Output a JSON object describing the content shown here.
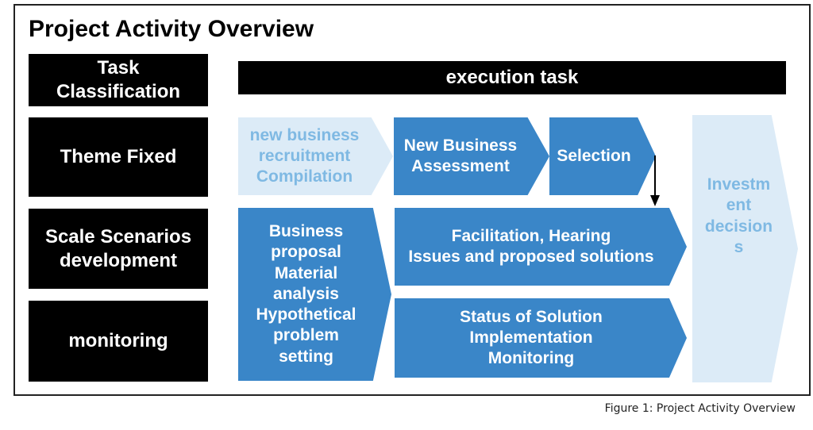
{
  "title": "Project Activity Overview",
  "header": {
    "task_classification": "Task\nClassification",
    "execution_task": "execution task"
  },
  "rows": {
    "theme_fixed": "Theme Fixed",
    "scale_scenarios": "Scale Scenarios\ndevelopment",
    "monitoring": "monitoring"
  },
  "flow": {
    "recruitment": "new business\nrecruitment\nCompilation",
    "assessment": "New Business\nAssessment",
    "selection": "Selection",
    "business_proposal": "Business\nproposal\nMaterial\nanalysis\nHypothetical\nproblem\nsetting",
    "facilitation": "Facilitation, Hearing\nIssues and proposed solutions",
    "status": "Status of Solution\nImplementation\nMonitoring",
    "investment": "Investm\nent\ndecision\ns"
  },
  "colors": {
    "dark_blue": "#3a86c8",
    "light_blue": "#dcebf7",
    "light_text": "#7fb9e3"
  },
  "caption": "Figure 1: Project Activity Overview"
}
